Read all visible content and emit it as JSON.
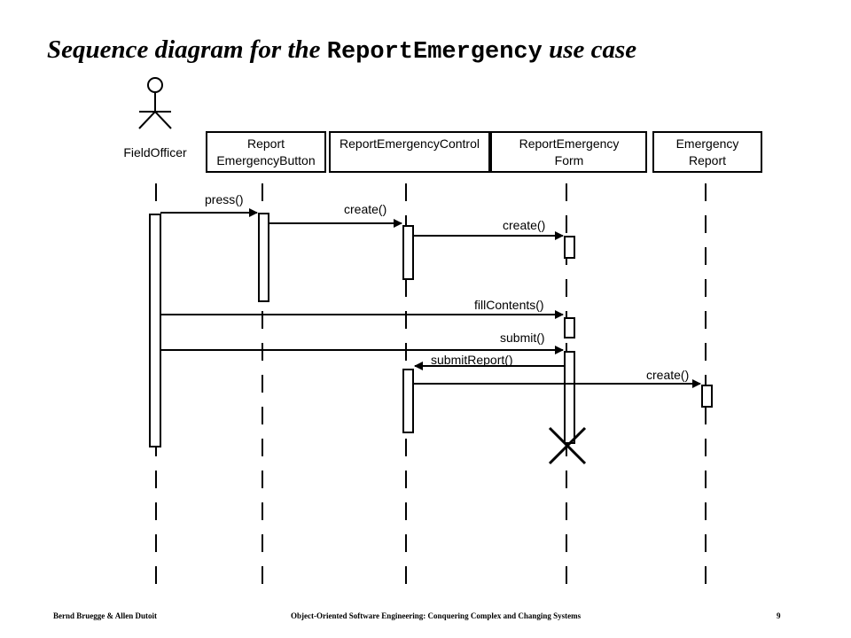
{
  "title": {
    "prefix": "Sequence diagram for the ",
    "code": "ReportEmergency",
    "suffix": " use case"
  },
  "actor": {
    "label": "FieldOfficer"
  },
  "objects": [
    {
      "line1": "Report",
      "line2": "EmergencyButton"
    },
    {
      "line1": "ReportEmergencyControl",
      "line2": ""
    },
    {
      "line1": "ReportEmergency",
      "line2": "Form"
    },
    {
      "line1": "Emergency",
      "line2": "Report"
    }
  ],
  "messages": [
    {
      "label": "press()"
    },
    {
      "label": "create()"
    },
    {
      "label": "create()"
    },
    {
      "label": "fillContents()"
    },
    {
      "label": "submit()"
    },
    {
      "label": "submitReport()"
    },
    {
      "label": "create()"
    }
  ],
  "footer": {
    "authors": "Bernd Bruegge & Allen Dutoit",
    "book": "Object-Oriented Software Engineering: Conquering Complex and Changing Systems",
    "page": "9"
  }
}
